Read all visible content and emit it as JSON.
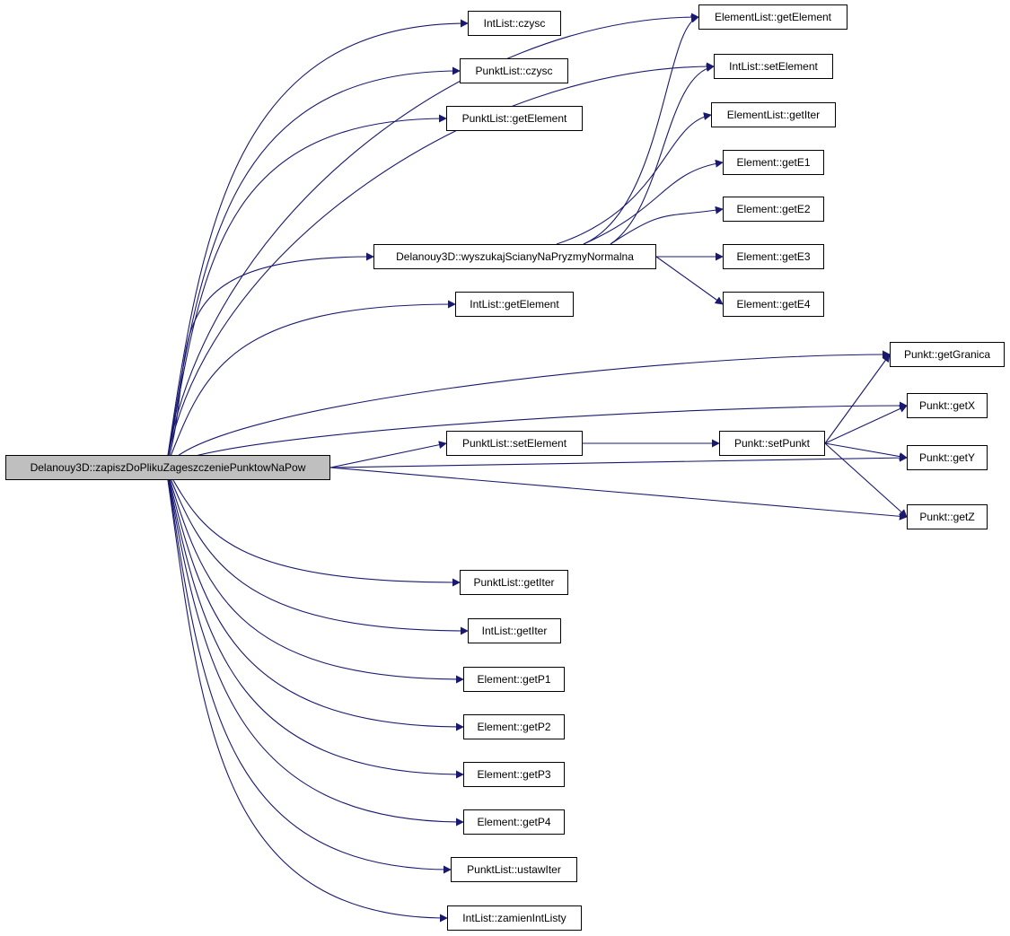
{
  "diagram": {
    "type": "call-graph",
    "edge_color": "#191970",
    "root_fill": "#bfbfbf",
    "nodes": [
      {
        "id": "root",
        "label": "Delanouy3D::zapiszDoPlikuZageszczeniePunktowNaPow"
      },
      {
        "id": "il_czysc",
        "label": "IntList::czysc"
      },
      {
        "id": "pl_czysc",
        "label": "PunktList::czysc"
      },
      {
        "id": "pl_getElement",
        "label": "PunktList::getElement"
      },
      {
        "id": "el_getElement",
        "label": "ElementList::getElement"
      },
      {
        "id": "il_setElement",
        "label": "IntList::setElement"
      },
      {
        "id": "el_getIter",
        "label": "ElementList::getIter"
      },
      {
        "id": "e_getE1",
        "label": "Element::getE1"
      },
      {
        "id": "e_getE2",
        "label": "Element::getE2"
      },
      {
        "id": "wyszukaj",
        "label": "Delanouy3D::wyszukajScianyNaPryzmyNormalna"
      },
      {
        "id": "e_getE3",
        "label": "Element::getE3"
      },
      {
        "id": "e_getE4",
        "label": "Element::getE4"
      },
      {
        "id": "il_getElement",
        "label": "IntList::getElement"
      },
      {
        "id": "p_getGranica",
        "label": "Punkt::getGranica"
      },
      {
        "id": "p_getX",
        "label": "Punkt::getX"
      },
      {
        "id": "pl_setElement",
        "label": "PunktList::setElement"
      },
      {
        "id": "p_setPunkt",
        "label": "Punkt::setPunkt"
      },
      {
        "id": "p_getY",
        "label": "Punkt::getY"
      },
      {
        "id": "p_getZ",
        "label": "Punkt::getZ"
      },
      {
        "id": "pl_getIter",
        "label": "PunktList::getIter"
      },
      {
        "id": "il_getIter",
        "label": "IntList::getIter"
      },
      {
        "id": "e_getP1",
        "label": "Element::getP1"
      },
      {
        "id": "e_getP2",
        "label": "Element::getP2"
      },
      {
        "id": "e_getP3",
        "label": "Element::getP3"
      },
      {
        "id": "e_getP4",
        "label": "Element::getP4"
      },
      {
        "id": "pl_ustawIter",
        "label": "PunktList::ustawIter"
      },
      {
        "id": "il_zamienIntListy",
        "label": "IntList::zamienIntListy"
      }
    ],
    "edges": [
      [
        "root",
        "il_czysc"
      ],
      [
        "root",
        "pl_czysc"
      ],
      [
        "root",
        "pl_getElement"
      ],
      [
        "root",
        "el_getElement"
      ],
      [
        "root",
        "il_setElement"
      ],
      [
        "root",
        "wyszukaj"
      ],
      [
        "root",
        "il_getElement"
      ],
      [
        "root",
        "p_getGranica"
      ],
      [
        "root",
        "p_getX"
      ],
      [
        "root",
        "pl_setElement"
      ],
      [
        "root",
        "p_getY"
      ],
      [
        "root",
        "p_getZ"
      ],
      [
        "root",
        "pl_getIter"
      ],
      [
        "root",
        "il_getIter"
      ],
      [
        "root",
        "e_getP1"
      ],
      [
        "root",
        "e_getP2"
      ],
      [
        "root",
        "e_getP3"
      ],
      [
        "root",
        "e_getP4"
      ],
      [
        "root",
        "pl_ustawIter"
      ],
      [
        "root",
        "il_zamienIntListy"
      ],
      [
        "wyszukaj",
        "el_getElement"
      ],
      [
        "wyszukaj",
        "il_setElement"
      ],
      [
        "wyszukaj",
        "el_getIter"
      ],
      [
        "wyszukaj",
        "e_getE1"
      ],
      [
        "wyszukaj",
        "e_getE2"
      ],
      [
        "wyszukaj",
        "e_getE3"
      ],
      [
        "wyszukaj",
        "e_getE4"
      ],
      [
        "pl_setElement",
        "p_setPunkt"
      ],
      [
        "p_setPunkt",
        "p_getGranica"
      ],
      [
        "p_setPunkt",
        "p_getX"
      ],
      [
        "p_setPunkt",
        "p_getY"
      ],
      [
        "p_setPunkt",
        "p_getZ"
      ]
    ]
  }
}
